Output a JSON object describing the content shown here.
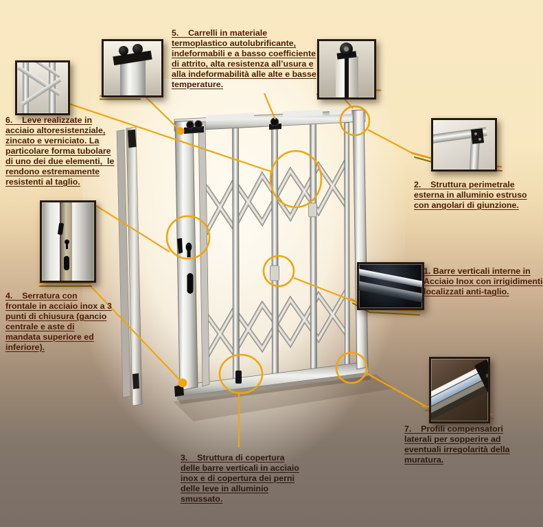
{
  "colors": {
    "background_top": "#f8e8c2",
    "background_bottom": "#7a6e66",
    "accent_highlight": "#f2a50c",
    "annotation_text": "#4a1c04",
    "annotation_text_dark_bg": "#2b1a10"
  },
  "annotations": {
    "item1": {
      "text": "1. Barre verticali interne in\nAcciaio Inox con irrigidimenti\nlocalizzati anti-taglio."
    },
    "item2": {
      "text": "2.    Struttura perimetrale\nesterna in alluminio estruso\ncon angolari di giunzione."
    },
    "item3": {
      "text": "3.    Struttura di copertura\ndelle barre verticali in acciaio\ninox e di copertura dei perni\ndelle leve in alluminio\nsmussato."
    },
    "item4": {
      "text": "4.    Serratura con\nfrontale in acciaio inox a 3\npunti di chiusura (gancio\ncentrale e aste di\nmandata superiore ed\ninferiore)."
    },
    "item5": {
      "text": "5.    Carrelli in materiale\ntermoplastico autolubrificante,\nindeformabili e a basso coefficiente\ndi attrito, alta resistenza all’usura e\nalla indeformabilità alle alte e basse\ntemperature."
    },
    "item6": {
      "text": "6.    Leve realizzate in\nacciaio altoresistenziale,\nzincato e verniciato. La\nparticolare forma tubolare\ndi uno dei due elementi,  le\nrendono estremamente\nresistenti al taglio."
    },
    "item7": {
      "text": "7.    Profili compensatori\nlaterali per sopperire ad\neventuali irregolarità della\nmuratura."
    }
  },
  "images": [
    "scissor-levers-photo",
    "roller-carriage-front-photo",
    "roller-carriage-side-photo",
    "frame-corner-joint-photo",
    "inox-bar-photo",
    "lock-profile-photo",
    "side-compensator-profile-photo"
  ]
}
